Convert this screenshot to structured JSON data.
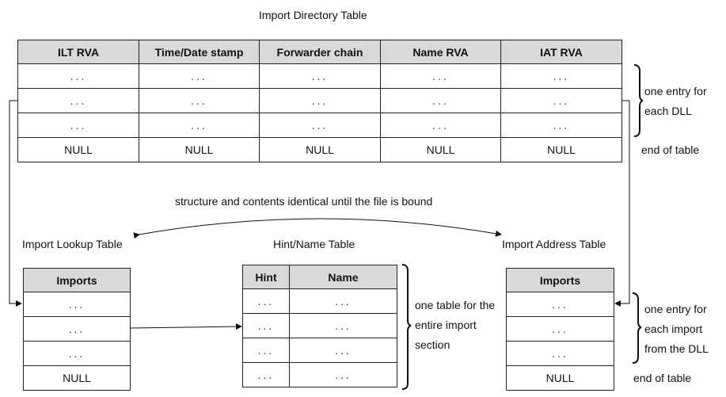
{
  "idt": {
    "title": "Import Directory Table",
    "headers": [
      "ILT RVA",
      "Time/Date stamp",
      "Forwarder chain",
      "Name RVA",
      "IAT RVA"
    ],
    "rows": [
      [
        "...",
        "...",
        "...",
        "...",
        "..."
      ],
      [
        "...",
        "...",
        "...",
        "...",
        "..."
      ],
      [
        "...",
        "...",
        "...",
        "...",
        "..."
      ],
      [
        "NULL",
        "NULL",
        "NULL",
        "NULL",
        "NULL"
      ]
    ],
    "brace_note": "one entry for each DLL",
    "end_note": "end of table"
  },
  "bound_note": "structure and contents identical until the file is bound",
  "ilt": {
    "title": "Import Lookup Table",
    "header": "Imports",
    "rows": [
      "...",
      "...",
      "...",
      "NULL"
    ]
  },
  "hnt": {
    "title": "Hint/Name Table",
    "headers": [
      "Hint",
      "Name"
    ],
    "rows": [
      [
        "...",
        "..."
      ],
      [
        "...",
        "..."
      ],
      [
        "...",
        "..."
      ],
      [
        "...",
        "..."
      ]
    ],
    "brace_note": "one table for the entire import section"
  },
  "iat": {
    "title": "Import Address Table",
    "header": "Imports",
    "rows": [
      "...",
      "...",
      "...",
      "NULL"
    ],
    "brace_note": "one entry for each import from the DLL",
    "end_note": "end of table"
  }
}
